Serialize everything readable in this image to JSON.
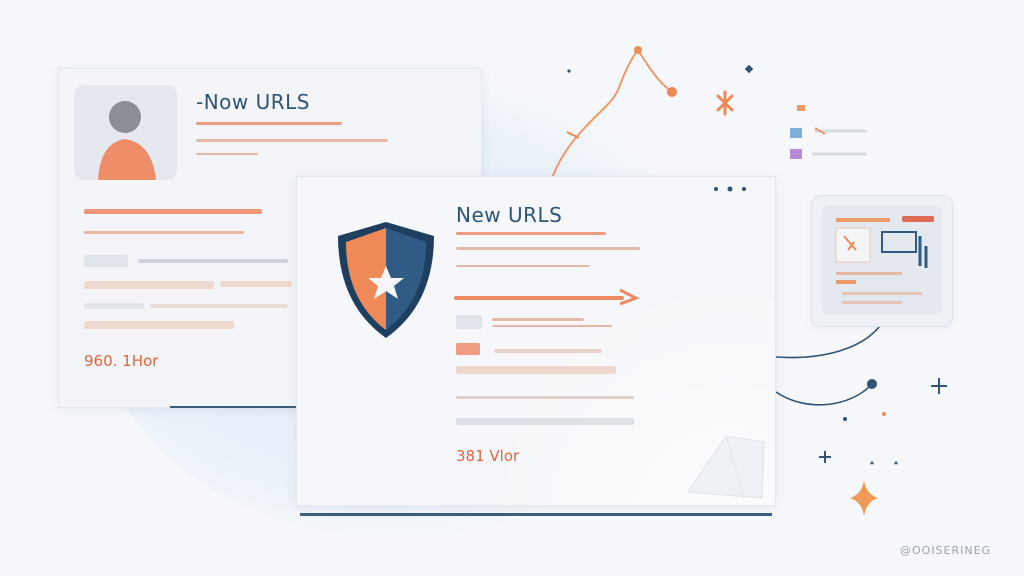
{
  "back_card": {
    "title": "-Now URLS",
    "stat": "960. 1Hor"
  },
  "front_card": {
    "title": "New URLS",
    "stat": "381 Vlor"
  },
  "watermark": "@OOISERINEG",
  "icons": {
    "avatar": "person-avatar-icon",
    "shield": "shield-star-icon",
    "sparkle": "sparkle-icon"
  },
  "colors": {
    "accent_orange": "#e8845a",
    "navy": "#2e5576",
    "shield_orange": "#ef8a58",
    "shield_blue": "#2f5b84"
  }
}
